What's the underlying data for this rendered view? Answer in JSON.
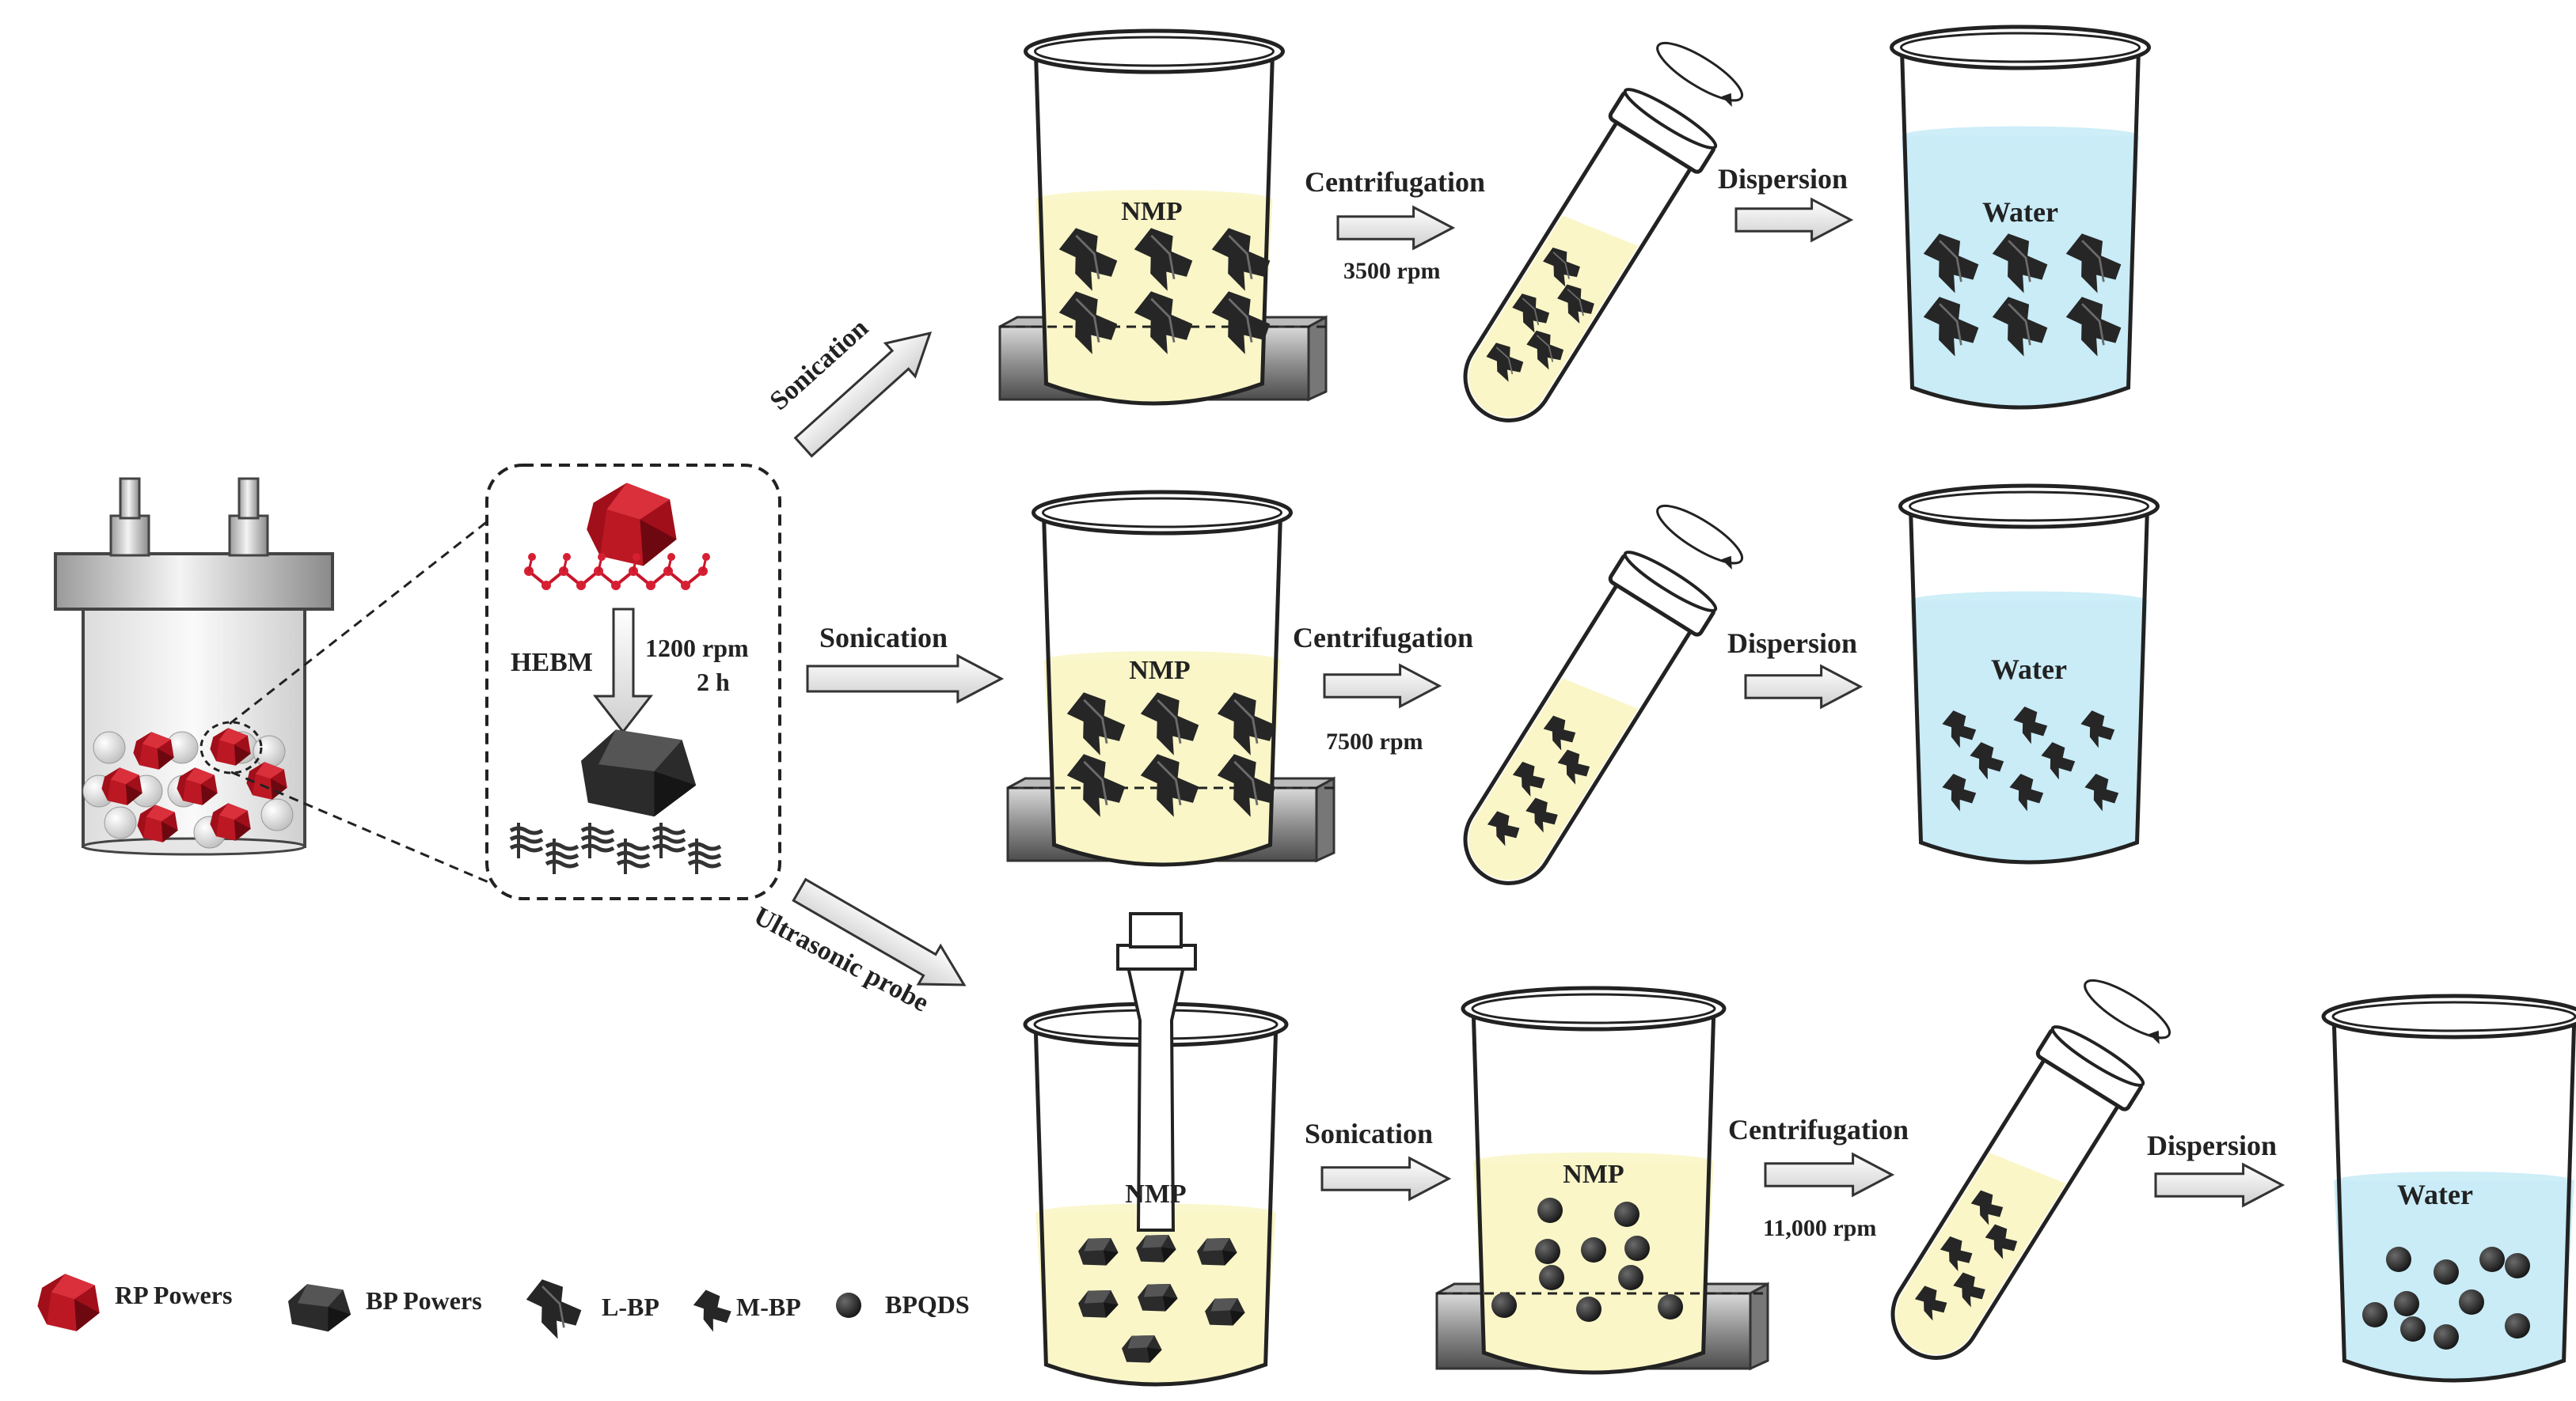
{
  "mill": {
    "hebm_label": "HEBM",
    "speed": "1200 rpm",
    "duration": "2 h"
  },
  "routes": {
    "top": {
      "arrow_label": "Sonication",
      "solvent": "NMP",
      "centrifugation_label": "Centrifugation",
      "centrifugation_speed": "3500 rpm",
      "dispersion_label": "Dispersion",
      "dispersion_medium": "Water"
    },
    "middle": {
      "arrow_label": "Sonication",
      "solvent": "NMP",
      "centrifugation_label": "Centrifugation",
      "centrifugation_speed": "7500 rpm",
      "dispersion_label": "Dispersion",
      "dispersion_medium": "Water"
    },
    "bottom": {
      "arrow_label": "Ultrasonic probe",
      "probe_solvent": "NMP",
      "sonication_label": "Sonication",
      "solvent": "NMP",
      "centrifugation_label": "Centrifugation",
      "centrifugation_speed": "11,000 rpm",
      "dispersion_label": "Dispersion",
      "dispersion_medium": "Water"
    }
  },
  "legend": {
    "rp": "RP Powers",
    "bp": "BP Powers",
    "lbp": "L-BP",
    "mbp": "M-BP",
    "bpqds": "BPQDS"
  },
  "colors": {
    "nmp_liquid": "#faf6c8",
    "water_liquid": "#c9ecf7",
    "red_phosphorus": "#b3121f",
    "black_phosphorus": "#2a2a2a",
    "arrow_fill": "#e6e6e6"
  }
}
